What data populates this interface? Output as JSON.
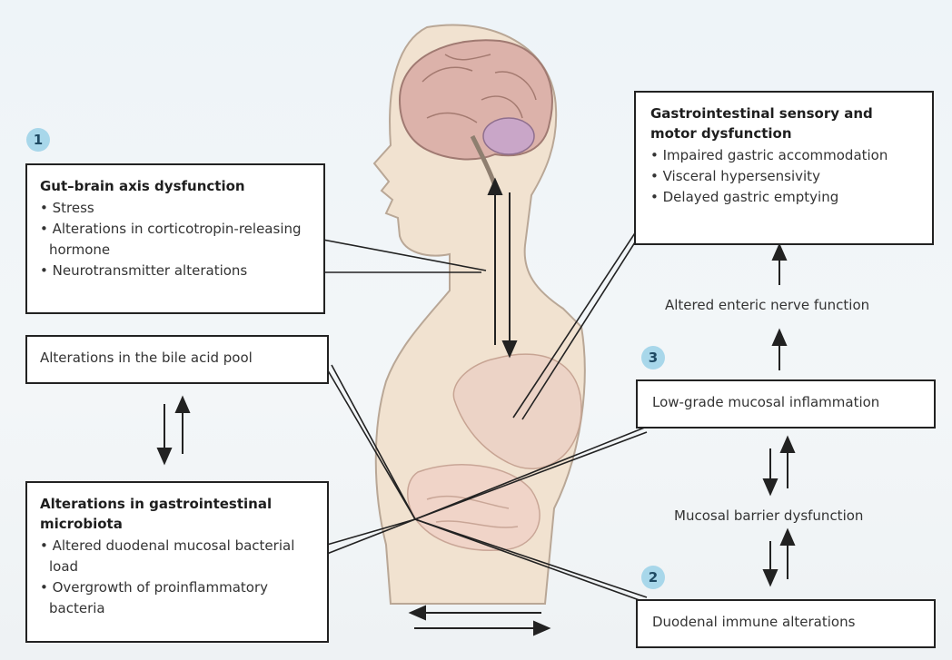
{
  "numbers": {
    "one": "1",
    "two": "2",
    "three": "3"
  },
  "gut_brain": {
    "title": "Gut–brain axis dysfunction",
    "items": [
      "Stress",
      "Alterations in corticotropin-releasing hormone",
      "Neurotransmitter alterations"
    ]
  },
  "gi_sensory": {
    "title": "Gastrointestinal sensory and motor dysfunction",
    "items": [
      "Impaired gastric accommodation",
      "Visceral hypersensivity",
      "Delayed gastric emptying"
    ]
  },
  "bile_acid": "Alterations in the bile acid pool",
  "microbiota": {
    "title": "Alterations in gastrointestinal microbiota",
    "items": [
      "Altered duodenal mucosal bacterial load",
      "Overgrowth of proinflammatory bacteria"
    ]
  },
  "enteric": "Altered enteric nerve function",
  "inflammation": "Low-grade mucosal inflammation",
  "barrier": "Mucosal barrier dysfunction",
  "immune": "Duodenal immune alterations",
  "colors": {
    "badge": "#a8d7ea",
    "skin": "#f3e3cf",
    "brain": "#d9b0a8",
    "gut": "#efd1c6"
  }
}
